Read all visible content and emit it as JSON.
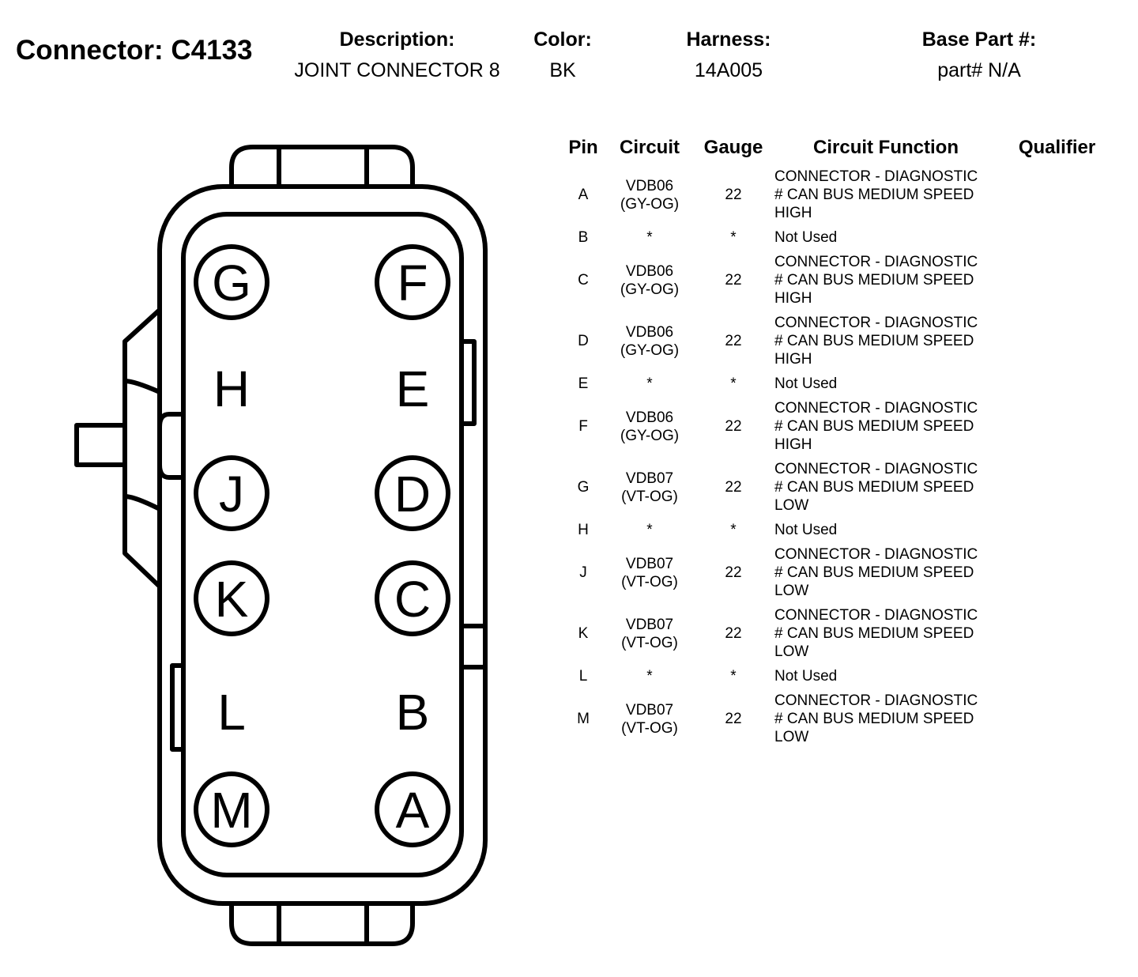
{
  "header": {
    "connector_title": "Connector: C4133",
    "description_label": "Description:",
    "description_value": "JOINT CONNECTOR 8",
    "color_label": "Color:",
    "color_value": "BK",
    "harness_label": "Harness:",
    "harness_value": "14A005",
    "base_part_label": "Base Part #:",
    "base_part_value": "part# N/A"
  },
  "diagram": {
    "pins": [
      {
        "letter": "G",
        "circled": true
      },
      {
        "letter": "F",
        "circled": true
      },
      {
        "letter": "H",
        "circled": false
      },
      {
        "letter": "E",
        "circled": false
      },
      {
        "letter": "J",
        "circled": true
      },
      {
        "letter": "D",
        "circled": true
      },
      {
        "letter": "K",
        "circled": true
      },
      {
        "letter": "C",
        "circled": true
      },
      {
        "letter": "L",
        "circled": false
      },
      {
        "letter": "B",
        "circled": false
      },
      {
        "letter": "M",
        "circled": true
      },
      {
        "letter": "A",
        "circled": true
      }
    ]
  },
  "table": {
    "headers": {
      "pin": "Pin",
      "circuit": "Circuit",
      "gauge": "Gauge",
      "function": "Circuit Function",
      "qualifier": "Qualifier"
    },
    "rows": [
      {
        "pin": "A",
        "circuit": [
          "VDB06",
          "(GY-OG)"
        ],
        "gauge": "22",
        "function": [
          "CONNECTOR - DIAGNOSTIC",
          "# CAN BUS MEDIUM SPEED",
          "HIGH"
        ],
        "qualifier": ""
      },
      {
        "pin": "B",
        "circuit": [
          "*"
        ],
        "gauge": "*",
        "function": [
          "Not Used"
        ],
        "qualifier": ""
      },
      {
        "pin": "C",
        "circuit": [
          "VDB06",
          "(GY-OG)"
        ],
        "gauge": "22",
        "function": [
          "CONNECTOR - DIAGNOSTIC",
          "# CAN BUS MEDIUM SPEED",
          "HIGH"
        ],
        "qualifier": ""
      },
      {
        "pin": "D",
        "circuit": [
          "VDB06",
          "(GY-OG)"
        ],
        "gauge": "22",
        "function": [
          "CONNECTOR - DIAGNOSTIC",
          "# CAN BUS MEDIUM SPEED",
          "HIGH"
        ],
        "qualifier": ""
      },
      {
        "pin": "E",
        "circuit": [
          "*"
        ],
        "gauge": "*",
        "function": [
          "Not Used"
        ],
        "qualifier": ""
      },
      {
        "pin": "F",
        "circuit": [
          "VDB06",
          "(GY-OG)"
        ],
        "gauge": "22",
        "function": [
          "CONNECTOR - DIAGNOSTIC",
          "# CAN BUS MEDIUM SPEED",
          "HIGH"
        ],
        "qualifier": ""
      },
      {
        "pin": "G",
        "circuit": [
          "VDB07",
          "(VT-OG)"
        ],
        "gauge": "22",
        "function": [
          "CONNECTOR - DIAGNOSTIC",
          "# CAN BUS MEDIUM SPEED",
          "LOW"
        ],
        "qualifier": ""
      },
      {
        "pin": "H",
        "circuit": [
          "*"
        ],
        "gauge": "*",
        "function": [
          "Not Used"
        ],
        "qualifier": ""
      },
      {
        "pin": "J",
        "circuit": [
          "VDB07",
          "(VT-OG)"
        ],
        "gauge": "22",
        "function": [
          "CONNECTOR - DIAGNOSTIC",
          "# CAN BUS MEDIUM SPEED",
          "LOW"
        ],
        "qualifier": ""
      },
      {
        "pin": "K",
        "circuit": [
          "VDB07",
          "(VT-OG)"
        ],
        "gauge": "22",
        "function": [
          "CONNECTOR - DIAGNOSTIC",
          "# CAN BUS MEDIUM SPEED",
          "LOW"
        ],
        "qualifier": ""
      },
      {
        "pin": "L",
        "circuit": [
          "*"
        ],
        "gauge": "*",
        "function": [
          "Not Used"
        ],
        "qualifier": ""
      },
      {
        "pin": "M",
        "circuit": [
          "VDB07",
          "(VT-OG)"
        ],
        "gauge": "22",
        "function": [
          "CONNECTOR - DIAGNOSTIC",
          "# CAN BUS MEDIUM SPEED",
          "LOW"
        ],
        "qualifier": ""
      }
    ]
  }
}
